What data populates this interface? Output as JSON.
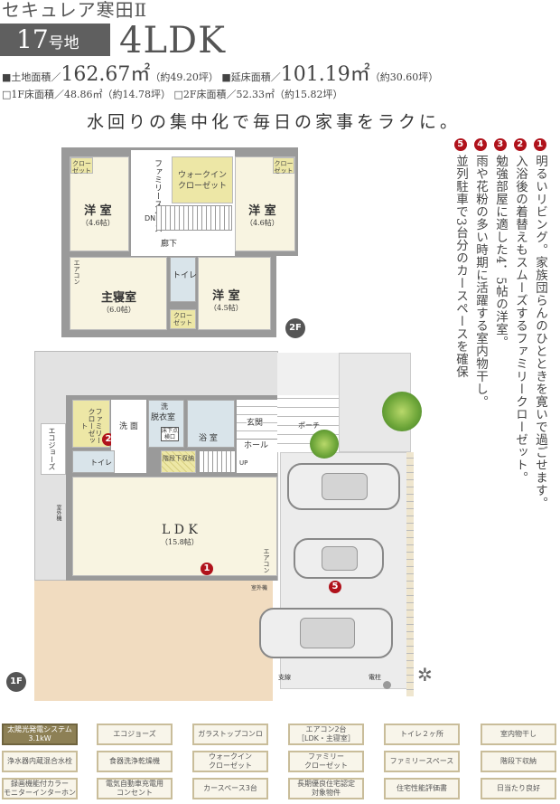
{
  "header": {
    "property_name": "セキュレア寒田Ⅱ",
    "lot_number": "17",
    "lot_suffix": "号地",
    "layout": "4LDK",
    "land_area_label": "■土地面積／",
    "land_area_value": "162.67㎡",
    "land_area_tsubo": "（約49.20坪）",
    "floor_area_label": "■延床面積／",
    "floor_area_value": "101.19㎡",
    "floor_area_tsubo": "（約30.60坪）",
    "floor1_area": "□1F床面積／48.86㎡（約14.78坪）",
    "floor2_area": "□2F床面積／52.33㎡（約15.82坪）",
    "slogan": "水回りの集中化で毎日の家事をラクに。"
  },
  "points": [
    {
      "num": "1",
      "text": "明るいリビング。家族団らんのひとときを寛いで過ごせます。"
    },
    {
      "num": "2",
      "text": "入浴後の着替えもスムーズするファミリークローゼット。"
    },
    {
      "num": "3",
      "text": "勉強部屋に適した4．5帖の洋室。"
    },
    {
      "num": "4",
      "text": "雨や花粉の多い時期に活躍する室内物干し。"
    },
    {
      "num": "5",
      "text": "並列駐車で3台分のカースペースを確保"
    }
  ],
  "accent_color": "#b0121b",
  "floor2": {
    "badge": "2F",
    "closet": "クローゼット",
    "closet_short": "クロー\nゼット",
    "family_space": "ファミリースペース",
    "walkin": "ウォークイン",
    "walkin2": "クローゼット",
    "room_left": "洋 室",
    "room_left_size": "（4.6帖）",
    "room_right": "洋 室",
    "room_right_size": "（4.6帖）",
    "hall": "廊下",
    "dn": "DN",
    "master": "主寝室",
    "master_size": "（6.0帖）",
    "aircon": "エアコン",
    "toilet": "トイレ",
    "room_small": "洋 室",
    "room_small_size": "（4.5帖）"
  },
  "floor1": {
    "badge": "1F",
    "family_closet": "ファミリークローゼット",
    "washroom": "洗 面",
    "wash": "洗",
    "dressing": "脱衣室",
    "underfloor": "床下点検口",
    "bath": "浴 室",
    "entrance": "玄関",
    "hall": "ホール",
    "up": "UP",
    "toilet": "トイレ",
    "under_stairs": "階段下収納",
    "ecojoz": "エコジョーズ",
    "outdoor_unit": "室外機",
    "ldk": "L D K",
    "ldk_size": "（15.8帖）",
    "aircon": "エアコン",
    "porch": "ポーチ",
    "branch_line": "支線",
    "utility_pole": "電柱"
  },
  "features": [
    {
      "label": "太陽光発電システム\n3.1kW",
      "highlight": true
    },
    {
      "label": "エコジョーズ"
    },
    {
      "label": "ガラストップコンロ"
    },
    {
      "label": "エアコン2台\n［LDK・主寝室］"
    },
    {
      "label": "トイレ２ヶ所"
    },
    {
      "label": "室内物干し"
    },
    {
      "label": "浄水器内蔵混合水栓"
    },
    {
      "label": "食器洗浄乾燥機"
    },
    {
      "label": "ウォークイン\nクローゼット"
    },
    {
      "label": "ファミリー\nクローゼット"
    },
    {
      "label": "ファミリースペース"
    },
    {
      "label": "階段下収納"
    },
    {
      "label": "録画機能付カラー\nモニターインターホン"
    },
    {
      "label": "電気自動車充電用\nコンセント"
    },
    {
      "label": "カースペース3台"
    },
    {
      "label": "長期優良住宅認定\n対象物件"
    },
    {
      "label": "住宅性能評価書"
    },
    {
      "label": "日当たり良好"
    }
  ]
}
